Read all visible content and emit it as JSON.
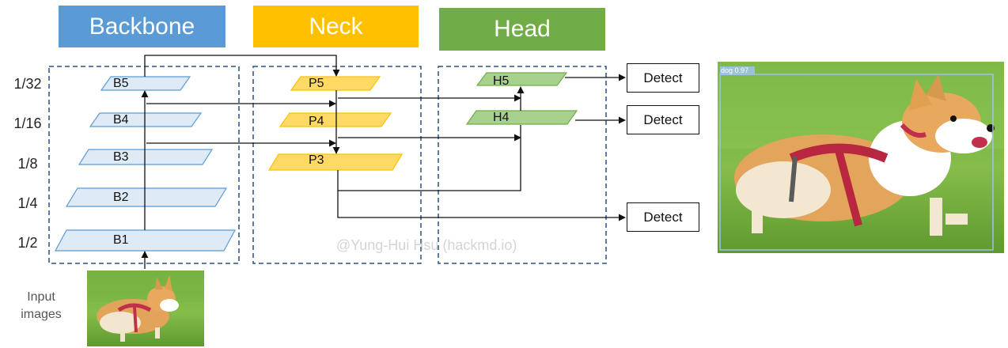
{
  "headers": {
    "backbone": "Backbone",
    "neck": "Neck",
    "head": "Head"
  },
  "colors": {
    "backbone": "#5b9bd5",
    "neck": "#ffc000",
    "head": "#70ad47",
    "backbone_fill": "#deebf7",
    "neck_fill": "#ffd966",
    "head_fill": "#a9d18e"
  },
  "scales": [
    "1/32",
    "1/16",
    "1/8",
    "1/4",
    "1/2"
  ],
  "backbone_blocks": [
    "B5",
    "B4",
    "B3",
    "B2",
    "B1"
  ],
  "neck_blocks": [
    "P5",
    "P4",
    "P3"
  ],
  "head_blocks": [
    "H5",
    "H4"
  ],
  "detect_labels": [
    "Detect",
    "Detect",
    "Detect"
  ],
  "input_label": [
    "Input",
    "images"
  ],
  "watermark": "@Yung-Hui Hsu (hackmd.io)",
  "detection": {
    "label": "dog  0.97",
    "box_color": "#9dc3e6"
  },
  "input_image": {
    "subject": "running corgi dog on grass"
  },
  "output_image": {
    "subject": "running corgi dog on grass with detection box"
  }
}
